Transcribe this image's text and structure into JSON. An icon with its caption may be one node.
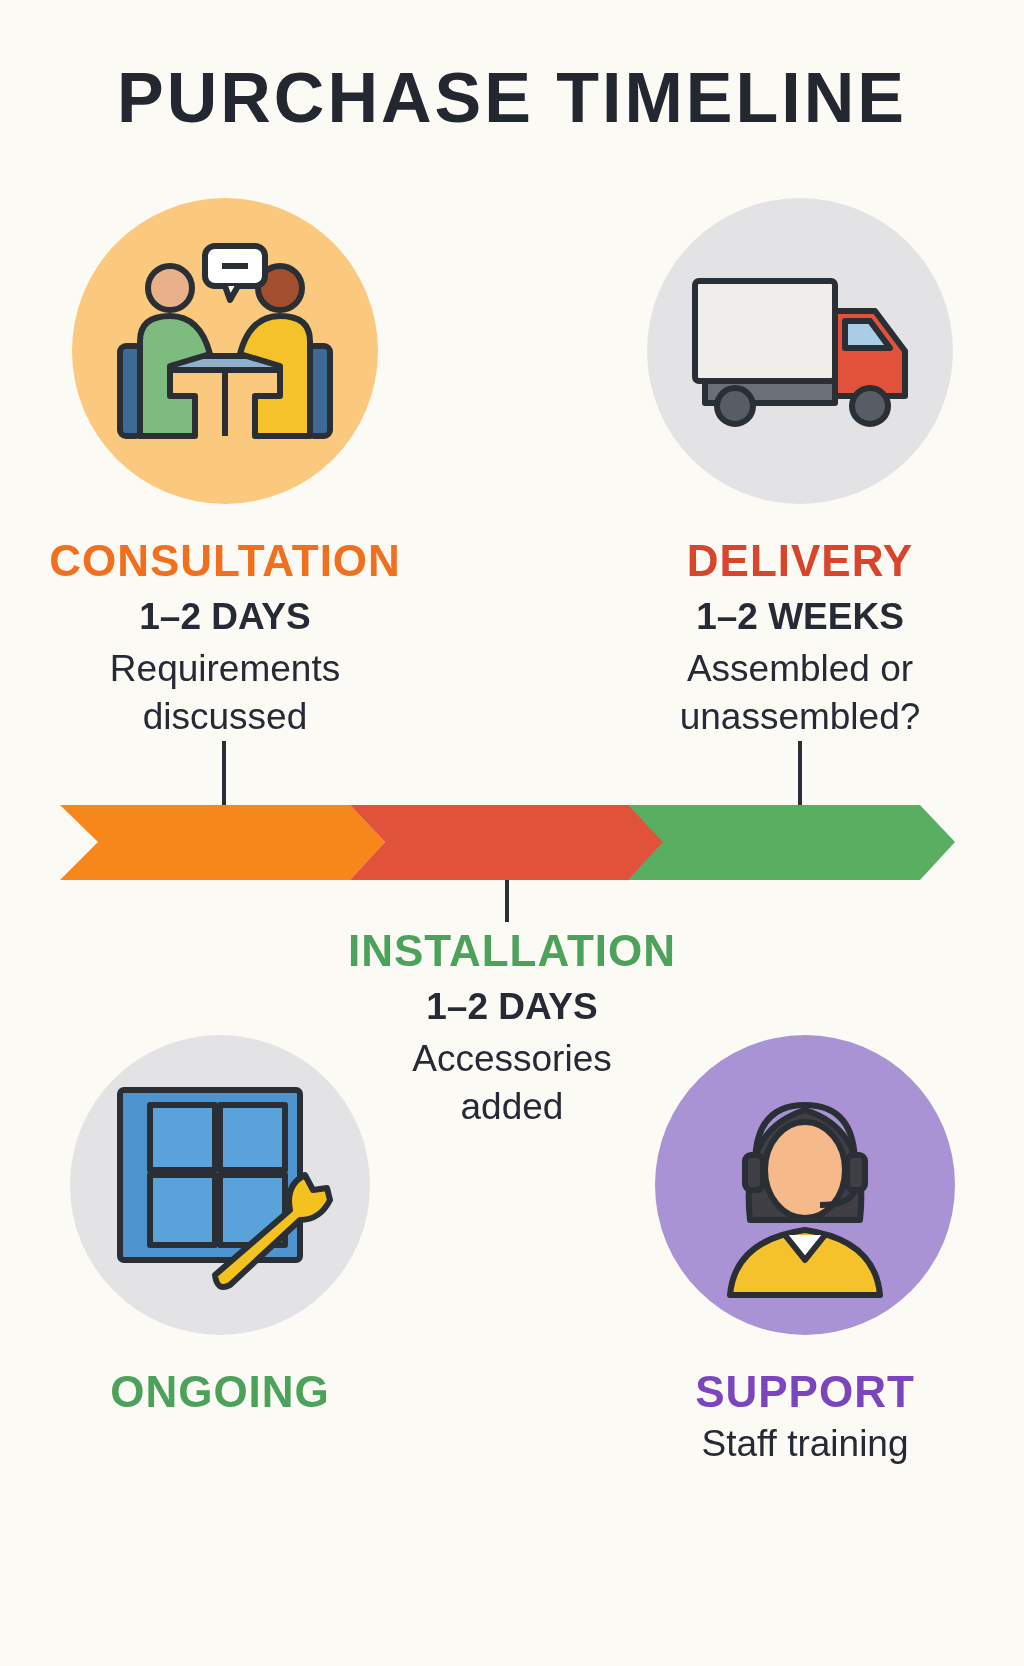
{
  "diagram": {
    "title": "PURCHASE TIMELINE",
    "nodes": [
      {
        "text": [
          "CONSULTATION",
          "1–2 DAYS",
          "Requirements discussed"
        ]
      },
      {
        "text": [
          "DELIVERY",
          "1–2 WEEKS",
          "Assembled or unassembled?"
        ]
      },
      {
        "text": [],
        "shape": "bar"
      },
      {
        "text": [
          "INSTALLATION",
          "1–2 DAYS",
          "Accessories added"
        ]
      },
      {
        "text": [
          "ONGOING"
        ]
      },
      {
        "text": [
          "SUPPORT",
          "Staff training"
        ]
      }
    ],
    "edges": [
      {
        "from": 0,
        "to": 2,
        "arrow": "none"
      },
      {
        "from": 1,
        "to": 2,
        "arrow": "none"
      },
      {
        "from": 3,
        "to": 2,
        "arrow": "none"
      }
    ]
  }
}
